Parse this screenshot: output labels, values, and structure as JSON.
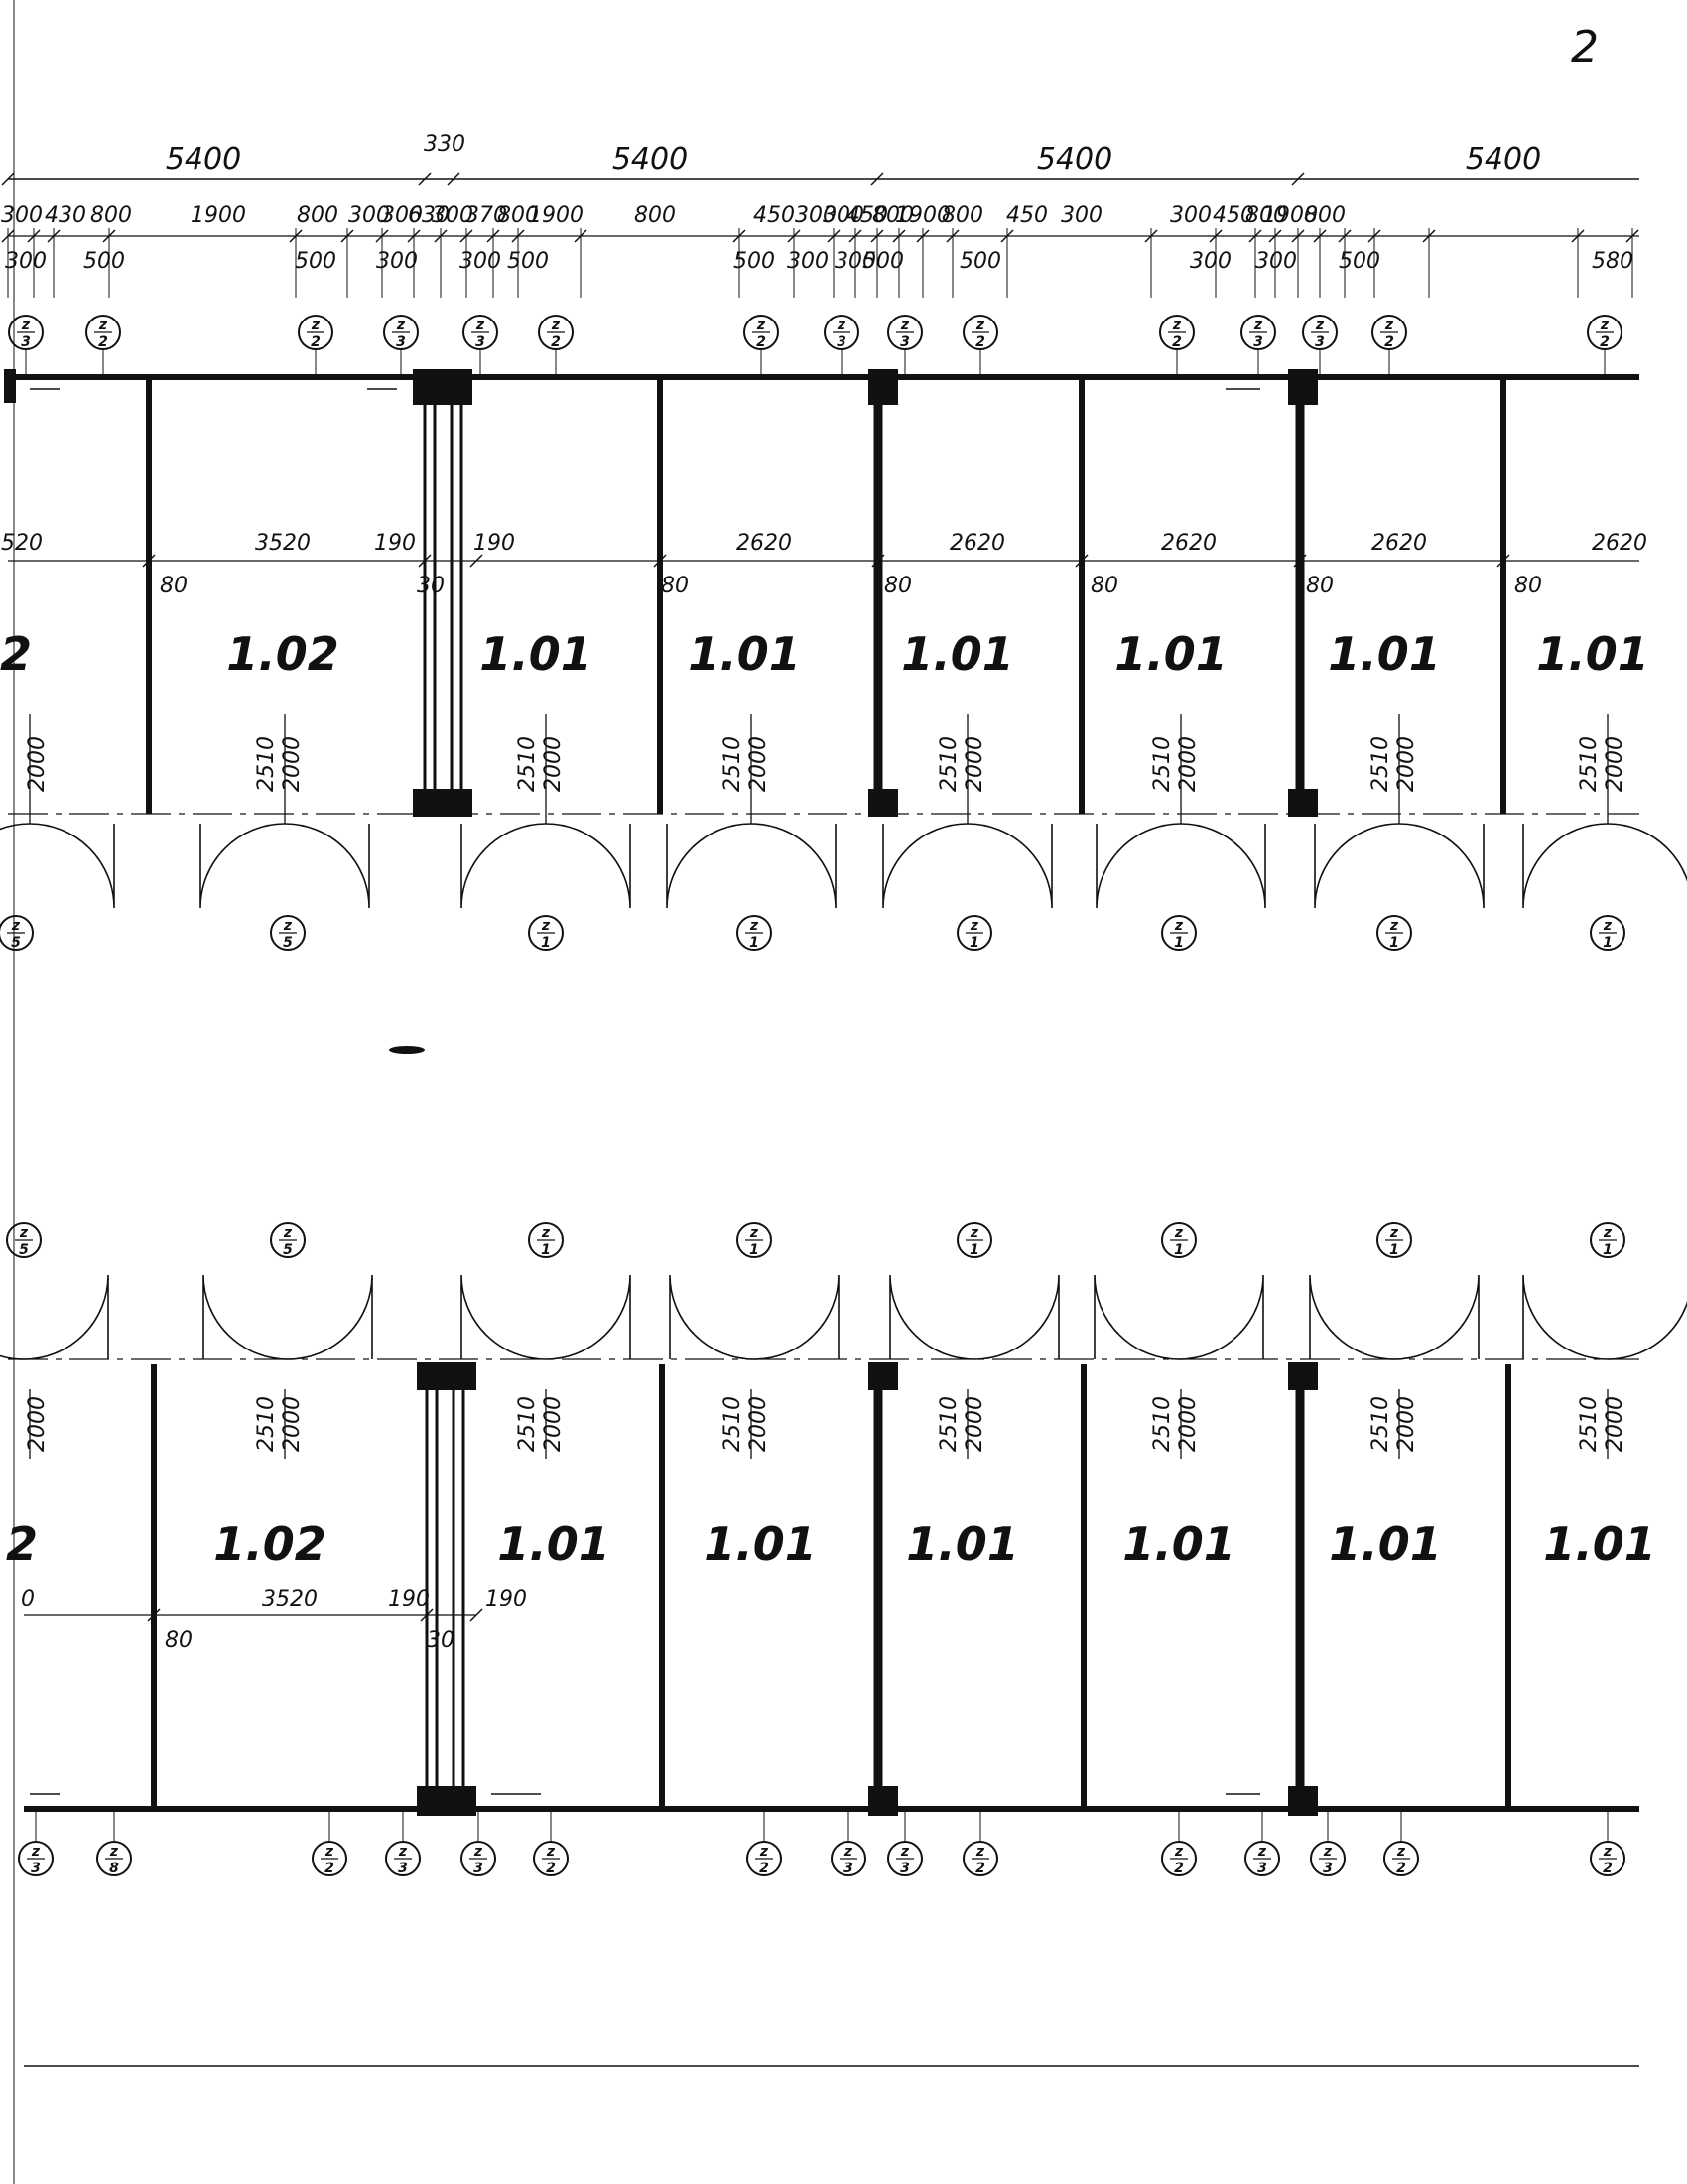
{
  "sheet_number": "2",
  "top_plan": {
    "module_dims": [
      "5400",
      "5400",
      "5400",
      "5400"
    ],
    "gap_dim": "330",
    "opening_dims_top": [
      "300",
      "430",
      "800",
      "1900",
      "800",
      "300",
      "300",
      "630",
      "300",
      "370",
      "800",
      "1900",
      "800",
      "450",
      "300",
      "300",
      "450",
      "800",
      "1900",
      "800",
      "450",
      "300",
      "300",
      "450",
      "800",
      "1900",
      "800"
    ],
    "opening_dims_bottom": [
      "300",
      "500",
      "500",
      "300",
      "300",
      "500",
      "500",
      "300",
      "300",
      "500",
      "500",
      "300",
      "300",
      "500",
      "580"
    ],
    "window_tags": [
      {
        "top": "z",
        "bottom": "3"
      },
      {
        "top": "z",
        "bottom": "2"
      },
      {
        "top": "z",
        "bottom": "2"
      },
      {
        "top": "z",
        "bottom": "3"
      },
      {
        "top": "z",
        "bottom": "3"
      },
      {
        "top": "z",
        "bottom": "2"
      },
      {
        "top": "z",
        "bottom": "2"
      },
      {
        "top": "z",
        "bottom": "3"
      },
      {
        "top": "z",
        "bottom": "3"
      },
      {
        "top": "z",
        "bottom": "2"
      },
      {
        "top": "z",
        "bottom": "2"
      },
      {
        "top": "z",
        "bottom": "3"
      },
      {
        "top": "z",
        "bottom": "3"
      },
      {
        "top": "z",
        "bottom": "2"
      },
      {
        "top": "z",
        "bottom": "2"
      }
    ],
    "room_width_dims": [
      "520",
      "3520",
      "190",
      "190",
      "2620",
      "2620",
      "2620",
      "2620",
      "2620"
    ],
    "wall_dims": [
      "80",
      "30",
      "80",
      "80",
      "80",
      "80",
      "80"
    ],
    "room_labels": [
      "2",
      "1.02",
      "1.01",
      "1.01",
      "1.01",
      "1.01",
      "1.01",
      "1.01"
    ],
    "door_dims": [
      {
        "h": "2000"
      },
      {
        "w": "2510",
        "h": "2000"
      },
      {
        "w": "2510",
        "h": "2000"
      },
      {
        "w": "2510",
        "h": "2000"
      },
      {
        "w": "2510",
        "h": "2000"
      },
      {
        "w": "2510",
        "h": "2000"
      },
      {
        "w": "2510",
        "h": "2000"
      },
      {
        "w": "2510",
        "h": "2000"
      }
    ],
    "door_tags": [
      {
        "top": "z",
        "bottom": "5"
      },
      {
        "top": "z",
        "bottom": "5"
      },
      {
        "top": "z",
        "bottom": "1"
      },
      {
        "top": "z",
        "bottom": "1"
      },
      {
        "top": "z",
        "bottom": "1"
      },
      {
        "top": "z",
        "bottom": "1"
      },
      {
        "top": "z",
        "bottom": "1"
      },
      {
        "top": "z",
        "bottom": "1"
      }
    ]
  },
  "bottom_plan": {
    "door_tags": [
      {
        "top": "z",
        "bottom": "5"
      },
      {
        "top": "z",
        "bottom": "5"
      },
      {
        "top": "z",
        "bottom": "1"
      },
      {
        "top": "z",
        "bottom": "1"
      },
      {
        "top": "z",
        "bottom": "1"
      },
      {
        "top": "z",
        "bottom": "1"
      },
      {
        "top": "z",
        "bottom": "1"
      },
      {
        "top": "z",
        "bottom": "1"
      }
    ],
    "door_dims": [
      {
        "h": "2000"
      },
      {
        "w": "2510",
        "h": "2000"
      },
      {
        "w": "2510",
        "h": "2000"
      },
      {
        "w": "2510",
        "h": "2000"
      },
      {
        "w": "2510",
        "h": "2000"
      },
      {
        "w": "2510",
        "h": "2000"
      },
      {
        "w": "2510",
        "h": "2000"
      },
      {
        "w": "2510",
        "h": "2000"
      }
    ],
    "room_labels": [
      "2",
      "1.02",
      "1.01",
      "1.01",
      "1.01",
      "1.01",
      "1.01",
      "1.01"
    ],
    "room_width_dims": [
      "0",
      "3520",
      "190",
      "190"
    ],
    "wall_dims": [
      "80",
      "30"
    ],
    "window_tags": [
      {
        "top": "z",
        "bottom": "3"
      },
      {
        "top": "z",
        "bottom": "8"
      },
      {
        "top": "z",
        "bottom": "2"
      },
      {
        "top": "z",
        "bottom": "3"
      },
      {
        "top": "z",
        "bottom": "3"
      },
      {
        "top": "z",
        "bottom": "2"
      },
      {
        "top": "z",
        "bottom": "2"
      },
      {
        "top": "z",
        "bottom": "3"
      },
      {
        "top": "z",
        "bottom": "3"
      },
      {
        "top": "z",
        "bottom": "2"
      },
      {
        "top": "z",
        "bottom": "2"
      },
      {
        "top": "z",
        "bottom": "3"
      },
      {
        "top": "z",
        "bottom": "3"
      },
      {
        "top": "z",
        "bottom": "2"
      },
      {
        "top": "z",
        "bottom": "2"
      }
    ]
  }
}
